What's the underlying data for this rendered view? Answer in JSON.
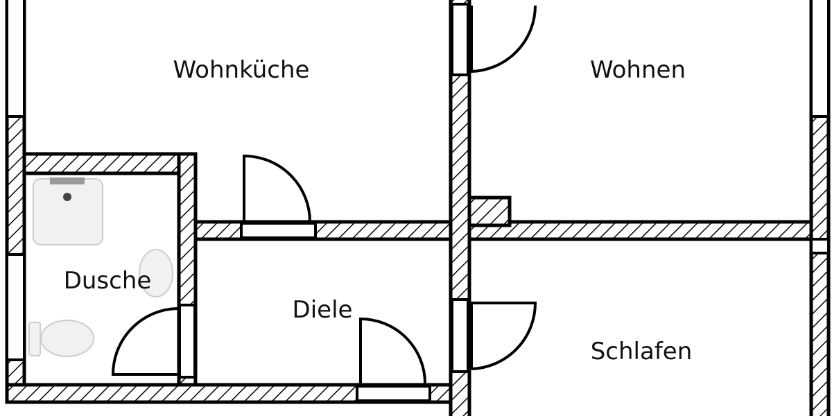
{
  "rooms": {
    "wohnkueche": "Wohnküche",
    "wohnen": "Wohnen",
    "dusche": "Dusche",
    "diele": "Diele",
    "schlafen": "Schlafen"
  },
  "colors": {
    "wall_stroke": "#000000",
    "hatch": "#000000",
    "fixture": "#f1f1f1"
  }
}
